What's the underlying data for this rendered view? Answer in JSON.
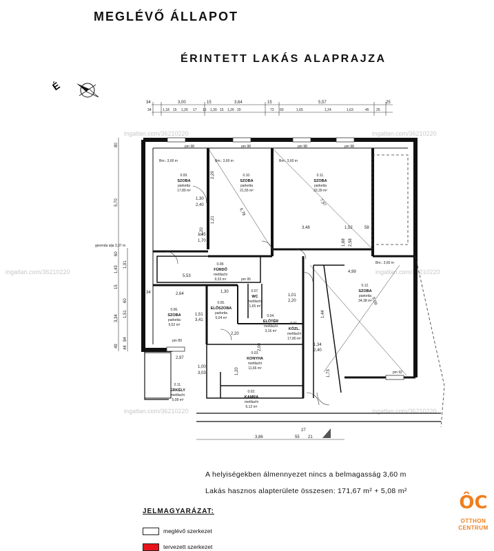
{
  "header": {
    "status_title": "MEGLÉVŐ ÁLLAPOT",
    "plan_title": "ÉRINTETT LAKÁS ALAPRAJZA"
  },
  "compass": {
    "label": "É"
  },
  "watermark": {
    "text": "ingatlan.com/36210220"
  },
  "rooms": [
    {
      "id": "0.09.",
      "name": "SZOBA",
      "floor": "parketta",
      "area": "17,89 m²"
    },
    {
      "id": "0.10.",
      "name": "SZOBA",
      "floor": "parketta",
      "area": "21,55 m²"
    },
    {
      "id": "0.11.",
      "name": "SZOBA",
      "floor": "parketta",
      "area": "33,39 m²"
    },
    {
      "id": "0.12.",
      "name": "SZOBA",
      "floor": "parketta",
      "area": "34,38 m²"
    },
    {
      "id": "0.08.",
      "name": "FÜRDŐ",
      "floor": "mettlachi",
      "area": "9,33 m²"
    },
    {
      "id": "0.06.",
      "name": "SZOBA",
      "floor": "parketta",
      "area": "9,52 m²"
    },
    {
      "id": "0.05.",
      "name": "ELŐSZOBA",
      "floor": "parketta",
      "area": "5,04 m²"
    },
    {
      "id": "0.07.",
      "name": "WC",
      "floor": "mettlachi",
      "area": "1,65 m²"
    },
    {
      "id": "0.04.",
      "name": "ELŐTÉR",
      "floor": "mettlachi",
      "area": "3,16 m²"
    },
    {
      "id": "0.01.",
      "name": "KÖZL.",
      "floor": "mettlachi",
      "area": "17,80 m²"
    },
    {
      "id": "0.03.",
      "name": "KONYHA",
      "floor": "mettlachi",
      "area": "11,66 m²"
    },
    {
      "id": "0.02.",
      "name": "KAMRA",
      "floor": "mettlachi",
      "area": "6,12 m²"
    },
    {
      "id": "0.11.",
      "name": "ERKÉLY",
      "floor": "mettlachi",
      "area": "5,08 m²"
    }
  ],
  "ceiling_heights": [
    "Bm.: 3,60 m",
    "Bm.: 3,60 m",
    "Bm.: 3,60 m",
    "Bm.: 3,60 m"
  ],
  "dims_top_row1": [
    "34",
    "3,00",
    "15",
    "3,64",
    "15",
    "5,57",
    "25"
  ],
  "dims_top_row2": [
    "34",
    "1,18",
    "15",
    "1,26",
    "17",
    "15",
    "1,30",
    "15",
    "1,26",
    "20",
    "73",
    "60",
    "1,65",
    "1,24",
    "1,63",
    "45",
    "25"
  ],
  "dims_left": [
    "80",
    "5,70",
    "60",
    "1,43",
    "1,91",
    "15",
    "34",
    "3,34",
    "1,51",
    "60",
    "49",
    "84",
    "44"
  ],
  "dims_bottom": [
    "3,86",
    "27",
    "55",
    "21"
  ],
  "interior_dims": [
    "5,53",
    "2,64",
    "1,30",
    "1,51",
    "3,41",
    "2,97",
    "1,00",
    "3,03",
    "3,48",
    "1,52",
    "58",
    "4,99",
    "6,78",
    "7,97",
    "9,09",
    "1,45",
    "1,70",
    "2,20",
    "1,30",
    "2,40",
    "1,21",
    "2,29",
    "1,44",
    "1,34",
    "2,40",
    "1,73",
    "2,20",
    "1,01",
    "2,20",
    "1,20",
    "1,68",
    "2,58",
    "2,00"
  ],
  "window_labels": [
    "pm 98",
    "pm 98",
    "pm 98",
    "pm 98",
    "pm 89",
    "pm 95",
    "pm 92"
  ],
  "notes": {
    "ceiling": "A helyiségekben álmennyezet nincs a belmagasság 3,60 m",
    "area": "Lakás hasznos alapterülete összesen: 171,67 m² + 5,08 m²"
  },
  "legend": {
    "title": "JELMAGYARÁZAT:",
    "items": [
      {
        "label": "meglévő szerkezet",
        "color": "#ffffff"
      },
      {
        "label": "tervezett szerkezet",
        "color": "#e8141b"
      }
    ]
  },
  "logo": {
    "mark": "ÔC",
    "line1": "OTTHON",
    "line2": "CENTRUM",
    "color": "#f07f1d"
  },
  "misc_label": "gerenda alja 3,37 m"
}
